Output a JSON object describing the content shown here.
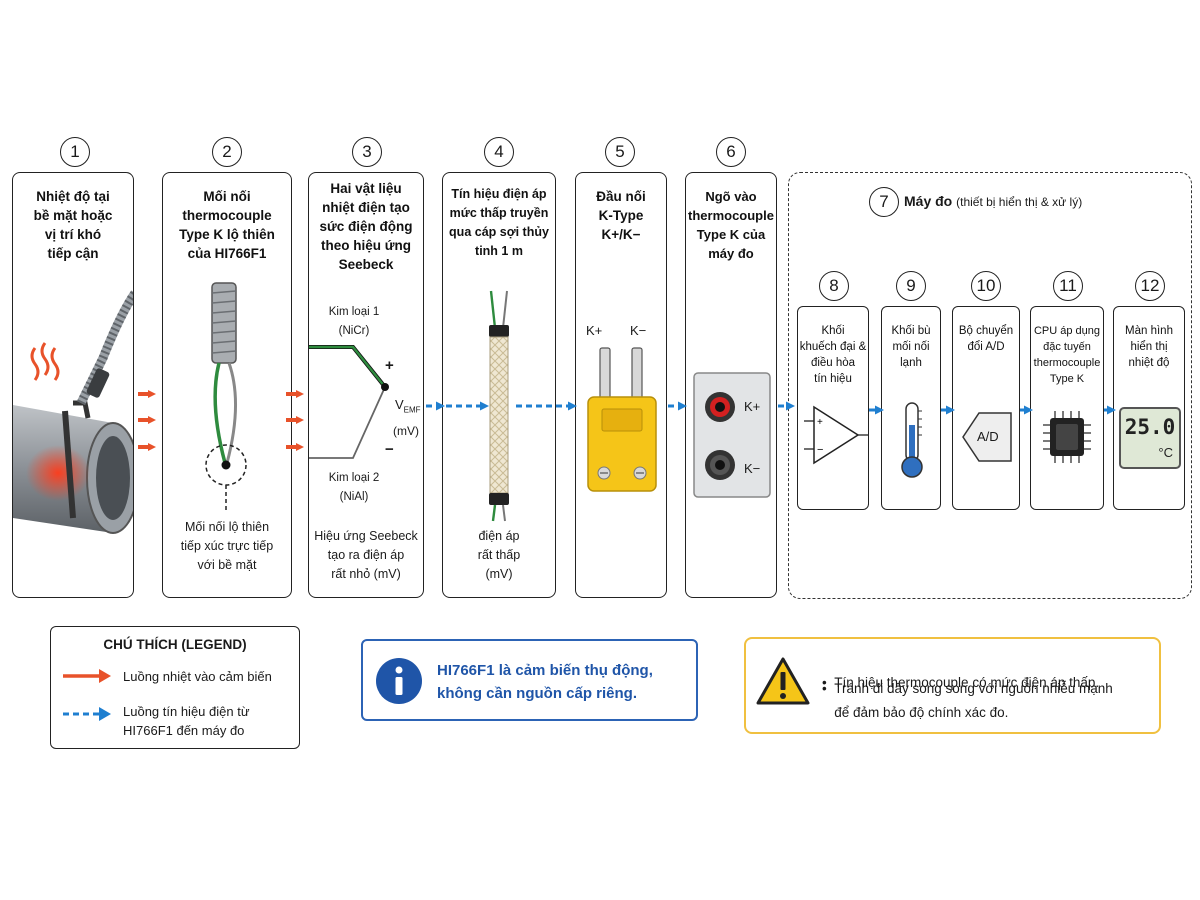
{
  "steps": [
    {
      "num": "1",
      "title": "Nhiệt độ tại\nbề mặt hoặc\nvị trí khó\ntiếp cận"
    },
    {
      "num": "2",
      "title": "Mối nối\nthermocouple\nType K lộ thiên\ncủa HI766F1",
      "caption": "Mối nối lộ thiên\ntiếp xúc trực tiếp\nvới bề mặt"
    },
    {
      "num": "3",
      "title": "Hai vật liệu\nnhiệt điện tạo\nsức điện động\ntheo hiệu ứng\nSeebeck",
      "metal1": "Kim loại 1\n(NiCr)",
      "metal2": "Kim loại 2\n(NiAl)",
      "plus": "+",
      "minus": "−",
      "vemf": "V",
      "vemf_sub": "EMF",
      "vemf_unit": "(mV)",
      "caption": "Hiệu ứng Seebeck\ntạo ra điện áp\nrất nhỏ (mV)"
    },
    {
      "num": "4",
      "title": "Tín hiệu điện áp\nmức thấp truyền\nqua cáp sợi thủy\ntinh 1 m",
      "caption": "điện áp\nrất thấp\n(mV)"
    },
    {
      "num": "5",
      "title": "Đầu nối\nK-Type\nK+/K−",
      "kplus": "K+",
      "kminus": "K−"
    },
    {
      "num": "6",
      "title": "Ngõ vào\nthermocouple\nType K của\nmáy đo",
      "kplus": "K+",
      "kminus": "K−"
    }
  ],
  "meter": {
    "num": "7",
    "title": "Máy đo",
    "subtitle": "(thiết bị hiển thị & xử lý)",
    "blocks": [
      {
        "num": "8",
        "title": "Khối\nkhuếch đại &\nđiều hòa\ntín hiệu"
      },
      {
        "num": "9",
        "title": "Khối bù\nmối nối\nlạnh"
      },
      {
        "num": "10",
        "title": "Bộ chuyển\nđổi A/D",
        "icon_text": "A/D"
      },
      {
        "num": "11",
        "title": "CPU áp dụng\nđặc tuyến\nthermocouple\nType K"
      },
      {
        "num": "12",
        "title": "Màn hình\nhiển thị\nnhiệt độ",
        "display_value": "25.0",
        "display_unit": "°C"
      }
    ]
  },
  "legend": {
    "title": "CHÚ THÍCH (LEGEND)",
    "heat_flow": "Luồng nhiệt vào cảm biến",
    "signal_flow": "Luồng tín hiệu điện từ\nHI766F1 đến máy đo"
  },
  "info": {
    "text": "HI766F1 là cảm biến thụ động,\nkhông cần nguồn cấp riêng.",
    "icon": "info-icon"
  },
  "warning": {
    "icon": "warning-icon",
    "items": [
      "Tín hiệu thermocouple có mức điện áp thấp.",
      "Tránh đi dây song song với nguồn nhiễu mạnh\nđể đảm bảo độ chính xác đo."
    ]
  },
  "colors": {
    "heat": "#e8522a",
    "signal": "#1f7fd0",
    "info_border": "#2c63b5",
    "info_text": "#1f55a8",
    "warn_border": "#f0c040",
    "connector_yellow": "#f5c518"
  }
}
